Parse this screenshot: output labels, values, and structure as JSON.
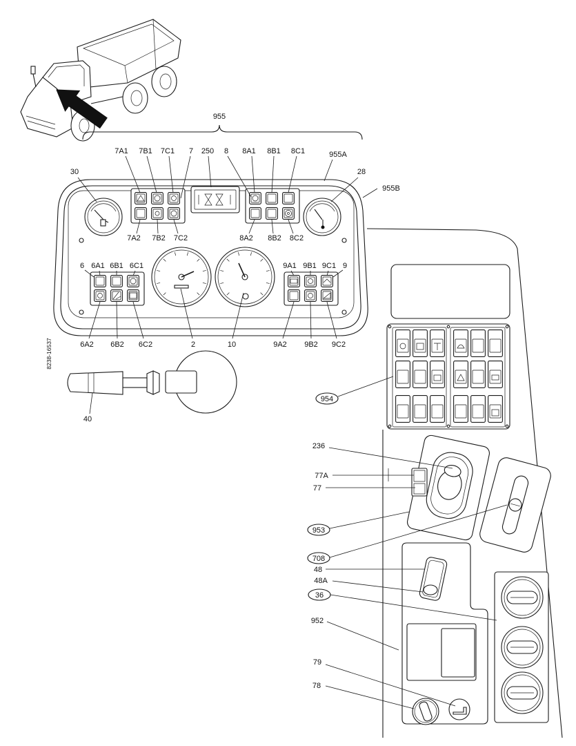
{
  "drawing_number": "8238-16537",
  "callouts": {
    "955": "955",
    "7A1": "7A1",
    "7B1": "7B1",
    "7C1": "7C1",
    "7": "7",
    "250": "250",
    "8": "8",
    "8A1": "8A1",
    "8B1": "8B1",
    "8C1": "8C1",
    "955A": "955A",
    "30": "30",
    "28": "28",
    "955B": "955B",
    "7A2": "7A2",
    "7B2": "7B2",
    "7C2": "7C2",
    "8A2": "8A2",
    "8B2": "8B2",
    "8C2": "8C2",
    "6": "6",
    "6A1": "6A1",
    "6B1": "6B1",
    "6C1": "6C1",
    "9A1": "9A1",
    "9B1": "9B1",
    "9C1": "9C1",
    "9": "9",
    "6A2": "6A2",
    "6B2": "6B2",
    "6C2": "6C2",
    "2": "2",
    "10": "10",
    "9A2": "9A2",
    "9B2": "9B2",
    "9C2": "9C2",
    "40": "40",
    "954": "954",
    "236": "236",
    "77A": "77A",
    "77": "77",
    "953": "953",
    "708": "708",
    "48": "48",
    "48A": "48A",
    "36": "36",
    "952": "952",
    "79": "79",
    "78": "78"
  },
  "colors": {
    "line": "#1a1a1a",
    "background": "#ffffff"
  }
}
